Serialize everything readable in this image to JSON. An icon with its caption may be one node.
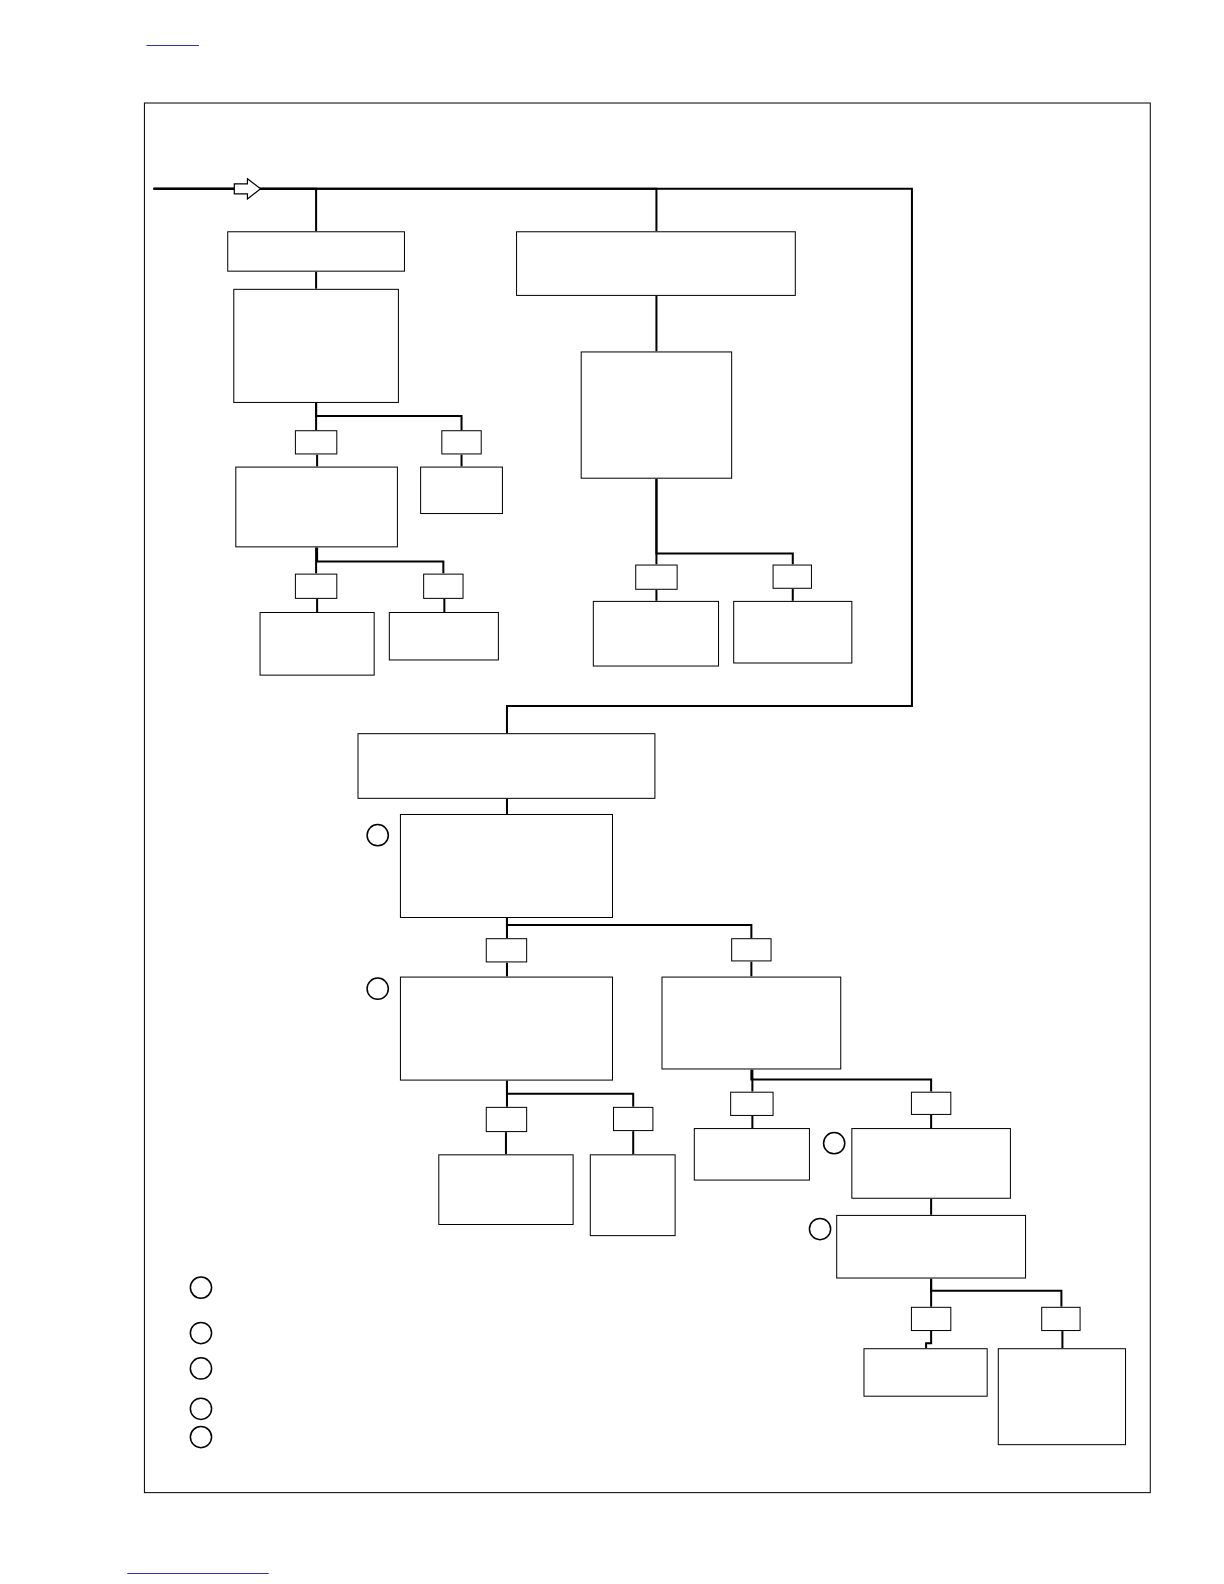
{
  "diagram": {
    "nodes": [
      {
        "text": [],
        "shape": "box"
      },
      {
        "text": [],
        "shape": "box"
      },
      {
        "text": [],
        "shape": "box"
      },
      {
        "text": [],
        "shape": "box"
      },
      {
        "text": [],
        "shape": "box"
      },
      {
        "text": [],
        "shape": "box"
      },
      {
        "text": [],
        "shape": "box"
      },
      {
        "text": [],
        "shape": "box"
      },
      {
        "text": [],
        "shape": "box"
      },
      {
        "text": [],
        "shape": "box"
      },
      {
        "text": [],
        "shape": "box"
      },
      {
        "text": [],
        "shape": "box"
      },
      {
        "text": [],
        "shape": "box"
      },
      {
        "text": [],
        "shape": "box"
      },
      {
        "text": [],
        "shape": "box"
      },
      {
        "text": [],
        "shape": "box"
      },
      {
        "text": [],
        "shape": "box"
      },
      {
        "text": [],
        "shape": "box"
      },
      {
        "text": [],
        "shape": "box"
      },
      {
        "text": [],
        "shape": "box"
      },
      {
        "text": [],
        "shape": "box"
      },
      {
        "text": [],
        "shape": "box"
      },
      {
        "text": [],
        "shape": "box"
      },
      {
        "text": [],
        "shape": "box"
      },
      {
        "text": [],
        "shape": "box"
      },
      {
        "text": [],
        "shape": "box"
      },
      {
        "text": [],
        "shape": "box"
      },
      {
        "text": [],
        "shape": "box"
      },
      {
        "text": [],
        "shape": "box"
      },
      {
        "text": [],
        "shape": "box"
      },
      {
        "text": [],
        "shape": "box"
      },
      {
        "text": [],
        "shape": "box"
      },
      {
        "text": [],
        "shape": "box"
      },
      {
        "text": [],
        "shape": "box"
      },
      {
        "text": [],
        "shape": "box"
      }
    ],
    "edges": [
      {
        "from": null,
        "to": 0,
        "arrow": "none"
      },
      {
        "from": null,
        "to": 10,
        "arrow": "none"
      },
      {
        "from": null,
        "to": 16,
        "arrow": "none"
      },
      {
        "from": 0,
        "to": 1,
        "arrow": "none"
      },
      {
        "from": 1,
        "to": 2,
        "arrow": "none"
      },
      {
        "from": 1,
        "to": 3,
        "arrow": "none"
      },
      {
        "from": 2,
        "to": 4,
        "arrow": "none"
      },
      {
        "from": 3,
        "to": 5,
        "arrow": "none"
      },
      {
        "from": 4,
        "to": 6,
        "arrow": "none"
      },
      {
        "from": 4,
        "to": 7,
        "arrow": "none"
      },
      {
        "from": 6,
        "to": 8,
        "arrow": "none"
      },
      {
        "from": 7,
        "to": 9,
        "arrow": "none"
      },
      {
        "from": 10,
        "to": 11,
        "arrow": "none"
      },
      {
        "from": 11,
        "to": 12,
        "arrow": "none"
      },
      {
        "from": 11,
        "to": 13,
        "arrow": "none"
      },
      {
        "from": 12,
        "to": 14,
        "arrow": "none"
      },
      {
        "from": 13,
        "to": 15,
        "arrow": "none"
      },
      {
        "from": 16,
        "to": 17,
        "arrow": "none"
      },
      {
        "from": 17,
        "to": 18,
        "arrow": "none"
      },
      {
        "from": 17,
        "to": 19,
        "arrow": "none"
      },
      {
        "from": 18,
        "to": 20,
        "arrow": "none"
      },
      {
        "from": 19,
        "to": 21,
        "arrow": "none"
      },
      {
        "from": 20,
        "to": 22,
        "arrow": "none"
      },
      {
        "from": 20,
        "to": 23,
        "arrow": "none"
      },
      {
        "from": 22,
        "to": 24,
        "arrow": "none"
      },
      {
        "from": 23,
        "to": 25,
        "arrow": "none"
      },
      {
        "from": 21,
        "to": 26,
        "arrow": "none"
      },
      {
        "from": 21,
        "to": 27,
        "arrow": "none"
      },
      {
        "from": 26,
        "to": 28,
        "arrow": "none"
      },
      {
        "from": 27,
        "to": 29,
        "arrow": "none"
      },
      {
        "from": 29,
        "to": 30,
        "arrow": "none"
      },
      {
        "from": 30,
        "to": 31,
        "arrow": "none"
      },
      {
        "from": 30,
        "to": 32,
        "arrow": "none"
      },
      {
        "from": 31,
        "to": 33,
        "arrow": "none"
      },
      {
        "from": 32,
        "to": 34,
        "arrow": "none"
      }
    ]
  }
}
